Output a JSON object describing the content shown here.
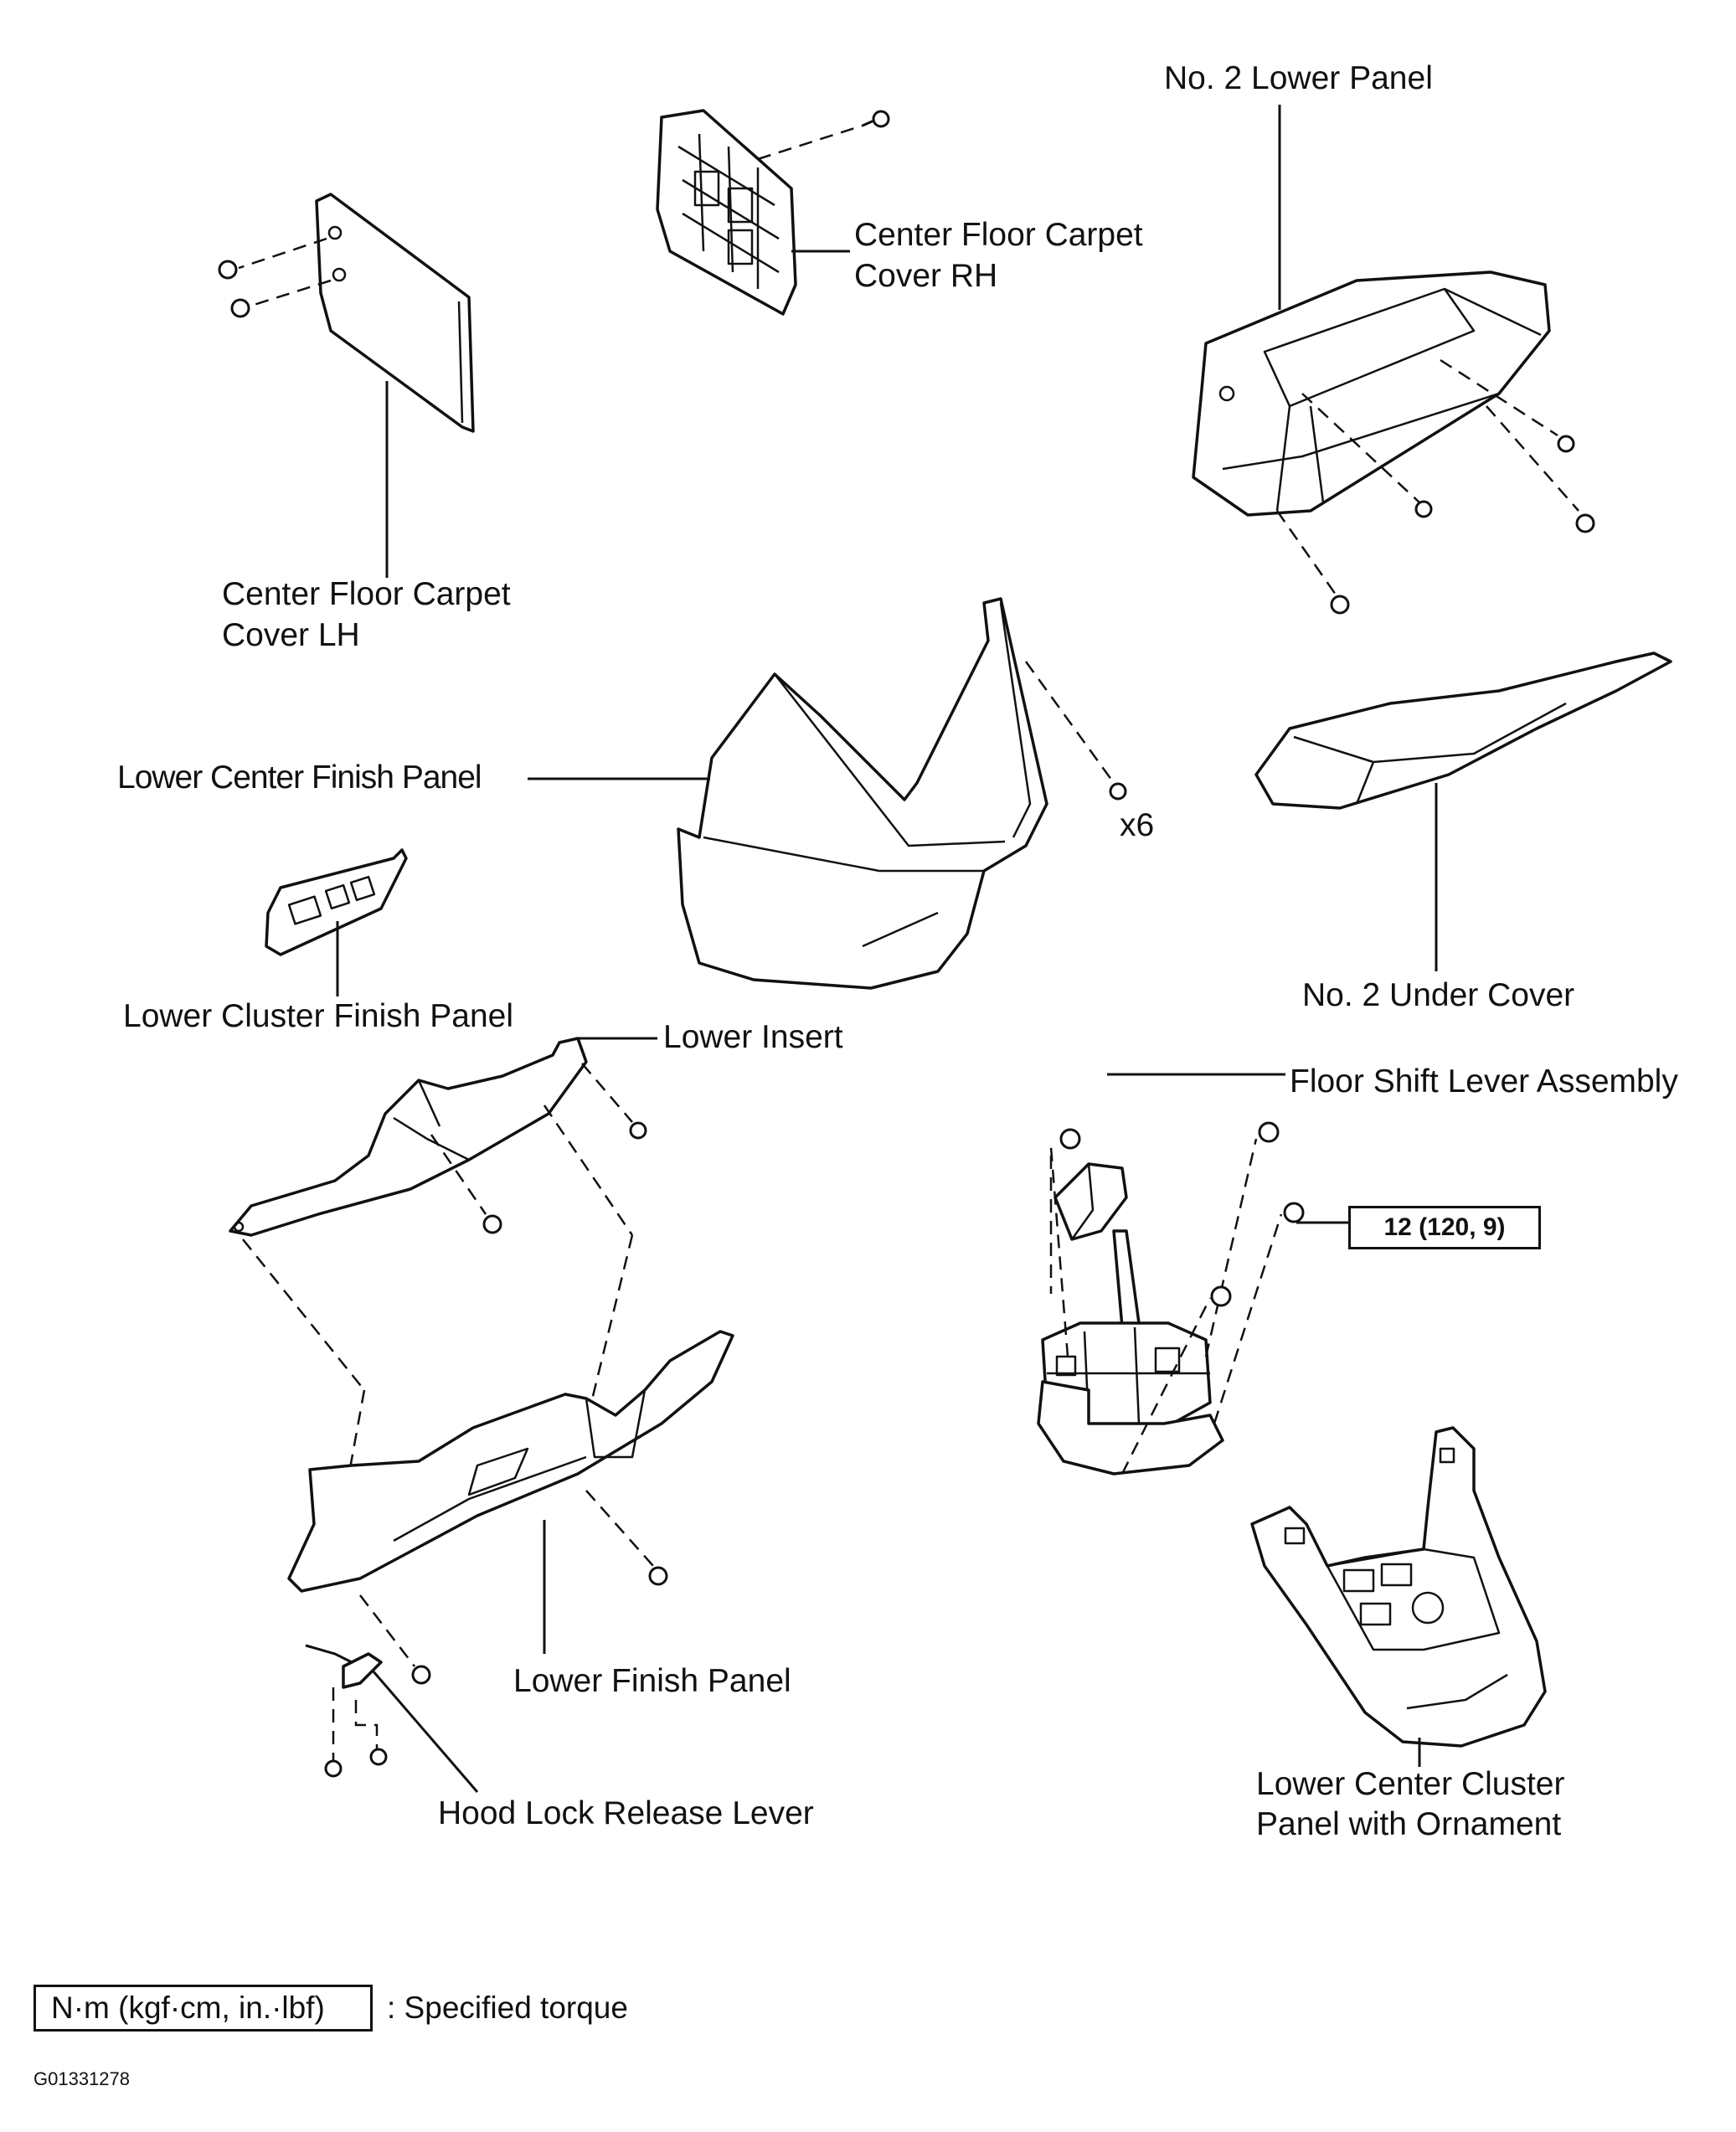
{
  "labels": {
    "no2_lower_panel": "No. 2 Lower Panel",
    "cfcc_rh_1": "Center Floor Carpet",
    "cfcc_rh_2": "Cover RH",
    "cfcc_lh_1": "Center Floor Carpet",
    "cfcc_lh_2": "Cover LH",
    "lower_center_finish_panel": "Lower Center Finish Panel",
    "x6": "x6",
    "no2_under_cover": "No. 2 Under Cover",
    "lower_cluster_finish_panel": "Lower Cluster Finish Panel",
    "lower_insert": "Lower Insert",
    "floor_shift_lever_assembly": "Floor Shift Lever Assembly",
    "torque_value": "12 (120, 9)",
    "lower_finish_panel": "Lower Finish Panel",
    "hood_lock_release_lever": "Hood Lock Release Lever",
    "lccp_1": "Lower Center Cluster",
    "lccp_2": "Panel with Ornament"
  },
  "legend": {
    "unit_box": "N·m (kgf·cm, in.·lbf)",
    "text": ": Specified torque"
  },
  "figure_code": "G01331278"
}
